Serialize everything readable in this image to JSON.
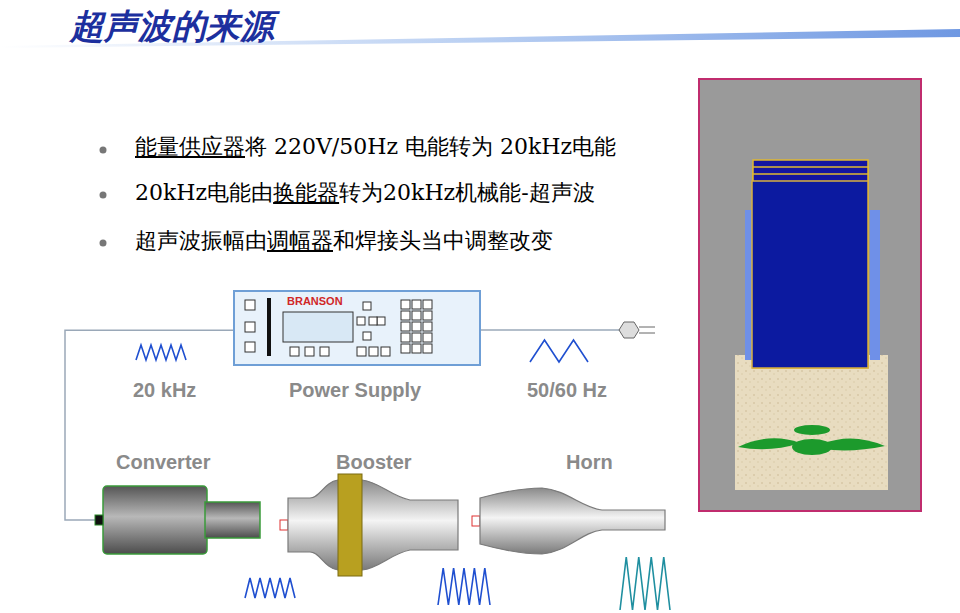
{
  "diagram": {
    "title": "超声波的来源",
    "nodes": [
      {
        "text": [
          "BRANSON",
          "Power Supply"
        ]
      },
      {
        "text": [
          "Converter"
        ]
      },
      {
        "text": [
          "Booster"
        ]
      },
      {
        "text": [
          "Horn"
        ]
      }
    ],
    "edges": [
      {
        "from": 0,
        "to": 1,
        "arrow": "none"
      }
    ],
    "labels": [
      "能量供应器",
      "将 220V/50Hz 电能转为 20kHz电能",
      "20kHz电能由",
      "换能器",
      "转为20kHz机械能-超声波",
      "超声波振幅由",
      "调幅器",
      "和焊接头当中调整改变",
      "20 kHz",
      "50/60 Hz"
    ]
  }
}
